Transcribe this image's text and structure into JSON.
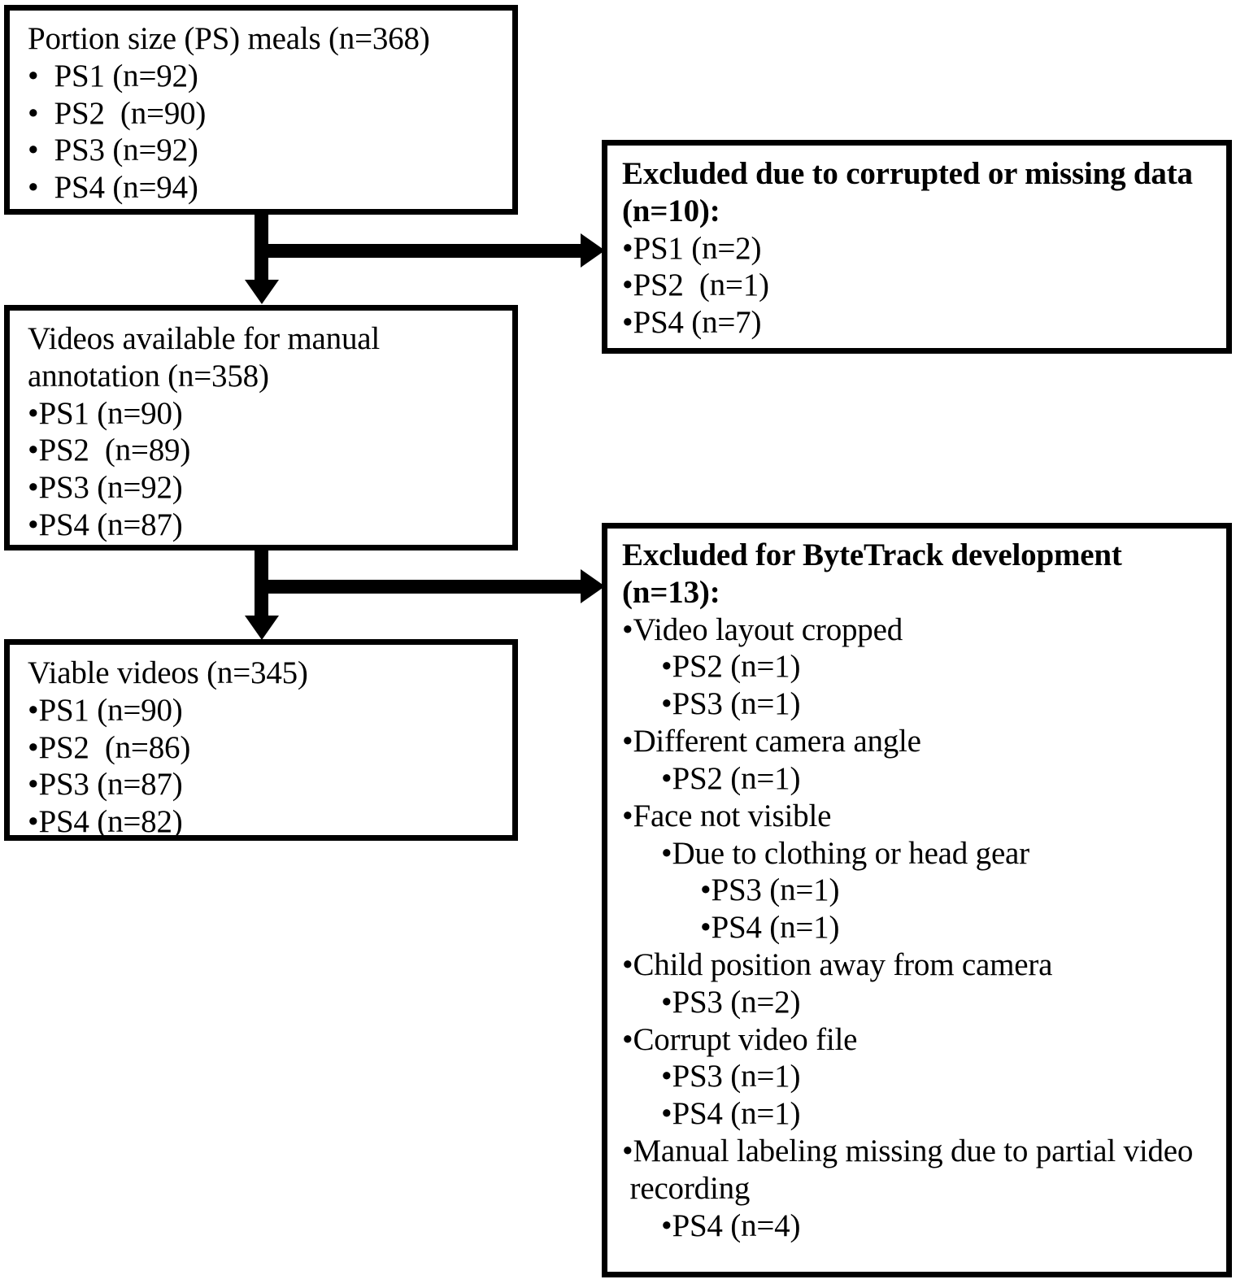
{
  "diagram": {
    "type": "flowchart",
    "title": "Study video inclusion flow",
    "boxes": [
      {
        "id": "portion-size-meals",
        "heading": "Portion size (PS) meals (n=368)",
        "items": [
          "•  PS1 (n=92)",
          "•  PS2  (n=90)",
          "•  PS3 (n=92)",
          "•  PS4 (n=94)"
        ]
      },
      {
        "id": "excluded-corrupted-missing",
        "heading_line1": "Excluded due to corrupted or missing data",
        "heading_line2": "(n=10):",
        "items": [
          "•PS1 (n=2)",
          "•PS2  (n=1)",
          "•PS4 (n=7)"
        ]
      },
      {
        "id": "videos-available-manual-annotation",
        "heading_line1": "Videos available for manual",
        "heading_line2": "annotation (n=358)",
        "items": [
          "•PS1 (n=90)",
          "•PS2  (n=89)",
          "•PS3 (n=92)",
          "•PS4 (n=87)"
        ]
      },
      {
        "id": "viable-videos",
        "heading": "Viable videos (n=345)",
        "items": [
          "•PS1 (n=90)",
          "•PS2  (n=86)",
          "•PS3 (n=87)",
          "•PS4 (n=82)"
        ]
      },
      {
        "id": "excluded-bytetrack-development",
        "heading_line1": "Excluded for ByteTrack development",
        "heading_line2": "(n=13):",
        "items": [
          {
            "text": "•Video layout cropped",
            "level": 1
          },
          {
            "text": "•PS2 (n=1)",
            "level": 2
          },
          {
            "text": "•PS3 (n=1)",
            "level": 2
          },
          {
            "text": "•Different camera angle",
            "level": 1
          },
          {
            "text": "•PS2 (n=1)",
            "level": 2
          },
          {
            "text": "•Face not visible",
            "level": 1
          },
          {
            "text": "•Due to clothing or head gear",
            "level": 2
          },
          {
            "text": "•PS3 (n=1)",
            "level": 3
          },
          {
            "text": "•PS4 (n=1)",
            "level": 3
          },
          {
            "text": "•Child position away from camera",
            "level": 1
          },
          {
            "text": "•PS3 (n=2)",
            "level": 2
          },
          {
            "text": "•Corrupt video file",
            "level": 1
          },
          {
            "text": "•PS3 (n=1)",
            "level": 2
          },
          {
            "text": "•PS4 (n=1)",
            "level": 2
          },
          {
            "text": "•Manual labeling missing due to partial video",
            "level": 1
          },
          {
            "text": " recording",
            "level": 1
          },
          {
            "text": "•PS4 (n=4)",
            "level": 2
          }
        ]
      }
    ],
    "colors": {
      "stroke": "#000000",
      "fill": "#ffffff",
      "text": "#000000"
    }
  }
}
